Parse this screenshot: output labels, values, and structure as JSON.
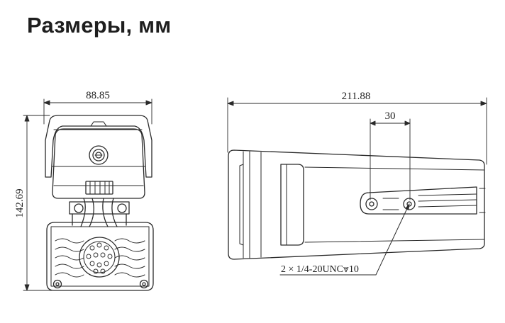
{
  "title": "Размеры, мм",
  "dimensions": {
    "front_width": "88.85",
    "front_height": "142.69",
    "side_length": "211.88",
    "mount_spacing": "30"
  },
  "annotation": "2 × 1/4-20UNC⩔10",
  "colors": {
    "line": "#2a2a2a",
    "background": "#ffffff",
    "title": "#1e1e1e"
  }
}
